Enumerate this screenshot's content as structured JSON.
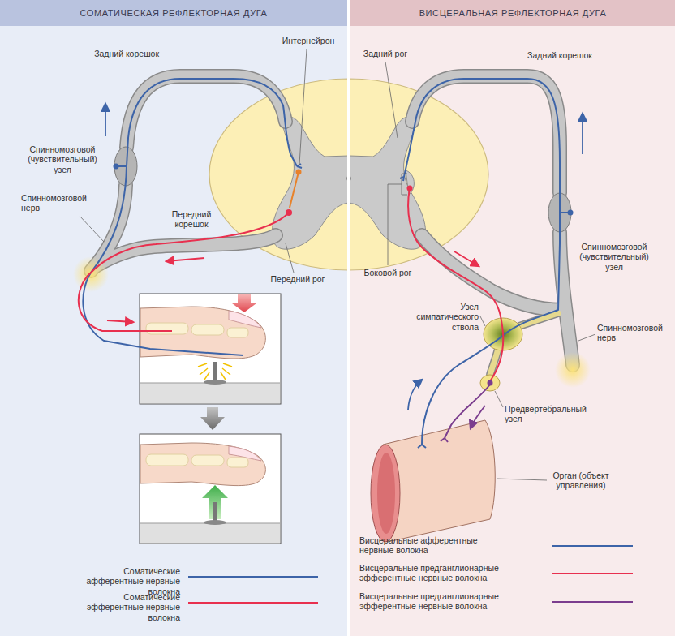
{
  "diagram": {
    "nodes": [
      {
        "text": [
          "СОМАТИЧЕСКАЯ РЕФЛЕКТОРНАЯ ДУГА"
        ]
      },
      {
        "text": [
          "ВИСЦЕРАЛЬНАЯ РЕФЛЕКТОРНАЯ ДУГА"
        ]
      }
    ],
    "labels": [
      "Интернейрон",
      "Задний корешок",
      "Спинномозговой (чувствительный) узел",
      "Спинномозговой нерв",
      "Передний корешок",
      "Передний рог",
      "Задний рог",
      "Задний корешок",
      "Боковой рог",
      "Спинномозговой (чувствительный) узел",
      "Узел симпатического ствола",
      "Спинномозговой нерв",
      "Предвертебральный узел",
      "Орган (объект управления)"
    ],
    "legend": [
      {
        "text": "Соматические афферентные нервные волокна"
      },
      {
        "text": "Соматические эфферентные нервные волокна"
      },
      {
        "text": "Висцеральные афферентные нервные волокна"
      },
      {
        "text": "Висцеральные предганглионарные эфферентные нервные волокна"
      },
      {
        "text": "Висцеральные предганглионарные эфферентные нервные волокна"
      }
    ]
  }
}
